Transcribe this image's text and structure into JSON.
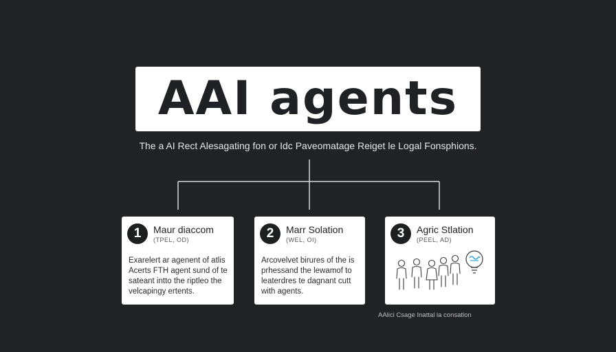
{
  "diagram": {
    "title": "AAI agents",
    "subtitle": "The a AI Rect Alesagating fon or Idc Paveomatage Reiget le Logal Fonsphions.",
    "cards": [
      {
        "number": "1",
        "title": "Maur diaccom",
        "subtitle": "(TPEL, OD)",
        "lines": [
          "Exarelert ar agenent of atlis",
          "Acerts FTH agent sund of te",
          "sateant intto the riptleo the",
          "velcapingy ertents."
        ]
      },
      {
        "number": "2",
        "title": "Marr Solation",
        "subtitle": "(WEL, OI)",
        "lines": [
          "Arcovelvet birures of the is",
          "prhessand the lewamof to",
          "leaterdres te dagnant cutt",
          "with agents."
        ]
      },
      {
        "number": "3",
        "title": "Agric Stlation",
        "subtitle": "(PEEL, AD)",
        "lines": []
      }
    ],
    "footnote": "AAlici Csage Inattal la consatlon"
  },
  "colors": {
    "background": "#212224",
    "card": "#ffffff",
    "text_dark": "#1e1f21",
    "connector": "#d8d8d8",
    "bulb_accent": "#3aa7d9"
  },
  "icons": [
    "person-icon",
    "lightbulb-icon"
  ]
}
